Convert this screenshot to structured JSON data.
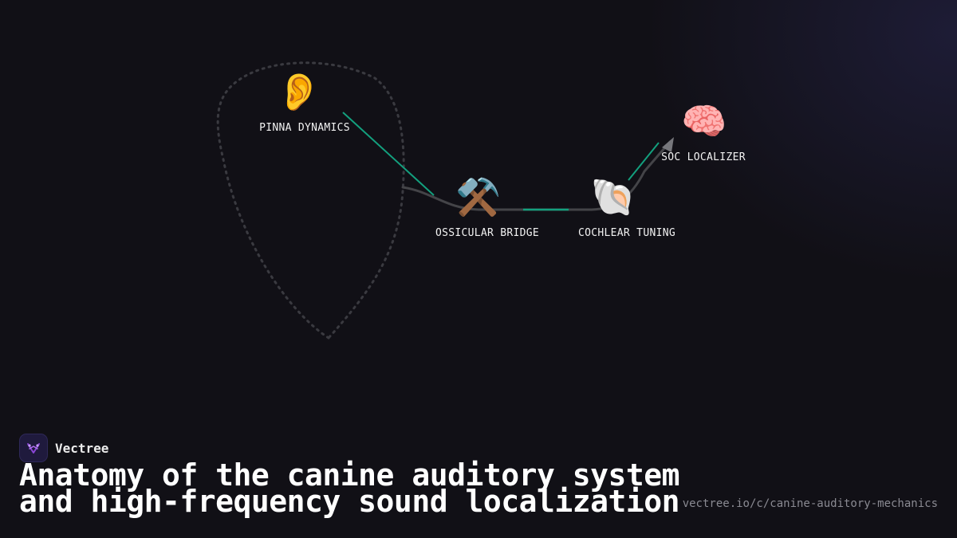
{
  "diagram": {
    "nodes": [
      {
        "id": "pinna",
        "label": "PINNA DYNAMICS",
        "emoji": "👂",
        "icon": "ear-icon"
      },
      {
        "id": "ossicle",
        "label": "OSSICULAR BRIDGE",
        "emoji": "⚒️",
        "icon": "hammer-pick-icon"
      },
      {
        "id": "cochlea",
        "label": "COCHLEAR TUNING",
        "emoji": "🐚",
        "icon": "spiral-shell-icon"
      },
      {
        "id": "soc",
        "label": "SOC LOCALIZER",
        "emoji": "🧠",
        "icon": "brain-icon"
      }
    ],
    "colors": {
      "flow": "#444448",
      "accent": "#13a07e",
      "outline": "#3a3a40",
      "arrow": "#77777c"
    }
  },
  "brand": {
    "name": "Vectree",
    "logo_icon": "vectree-logo-icon",
    "logo_color": "#8a46d6"
  },
  "title": {
    "line1": "Anatomy of the canine auditory system",
    "line2": "and high-frequency sound localization"
  },
  "url": "vectree.io/c/canine-auditory-mechanics"
}
